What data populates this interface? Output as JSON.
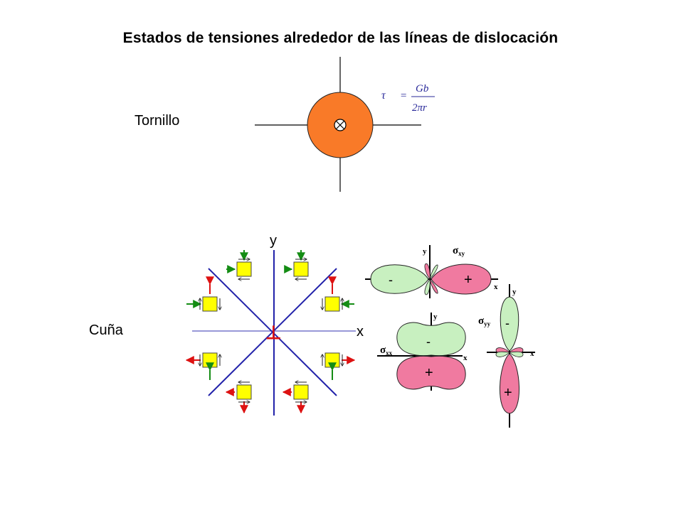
{
  "title": "Estados de tensiones alrededor de las líneas de dislocación",
  "screw": {
    "label": "Tornillo",
    "formula": {
      "lhs": "τ",
      "eq": "=",
      "numerator": "Gb",
      "denominator": "2πr"
    }
  },
  "edge": {
    "label": "Cuña",
    "axis_y": "y",
    "axis_x": "x",
    "dislocation_symbol": "⊥"
  },
  "lobes": {
    "sxy": {
      "name": "σ",
      "sub": "xy",
      "y": "y",
      "x": "x",
      "minus": "-",
      "plus": "+"
    },
    "sxx": {
      "name": "σ",
      "sub": "xx",
      "y": "y",
      "x": "x",
      "minus": "-",
      "plus": "+"
    },
    "syy": {
      "name": "σ",
      "sub": "yy",
      "y": "y",
      "x": "x",
      "minus": "-",
      "plus": "+"
    }
  },
  "colors": {
    "disk": "#f97a28",
    "square": "#ffff00",
    "axis": "#2222aa",
    "arrow_green": "#148c14",
    "arrow_red": "#dd1111",
    "lobe_green": "#c8f0c0",
    "lobe_pink": "#f07aa0"
  }
}
